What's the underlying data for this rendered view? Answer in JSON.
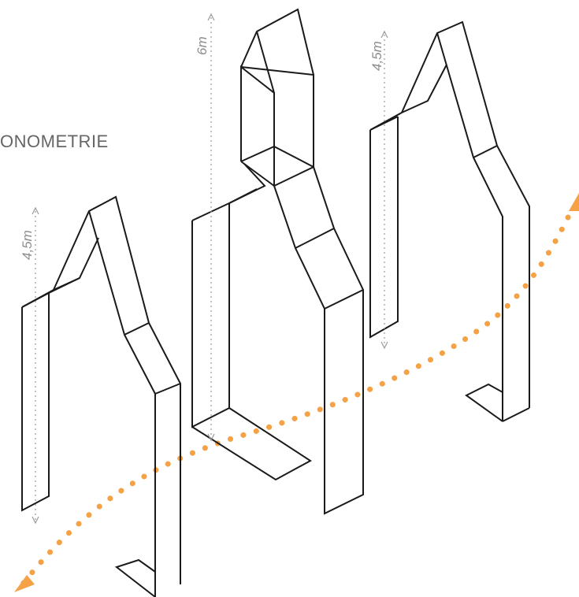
{
  "title": "ONOMETRIE",
  "dimensions": {
    "left_frame": "4,5m",
    "center_frame": "6m",
    "right_frame": "4,5m"
  },
  "colors": {
    "path": "#f5a247",
    "lines": "#1a1a1a",
    "dimension": "#9a9a9a"
  }
}
